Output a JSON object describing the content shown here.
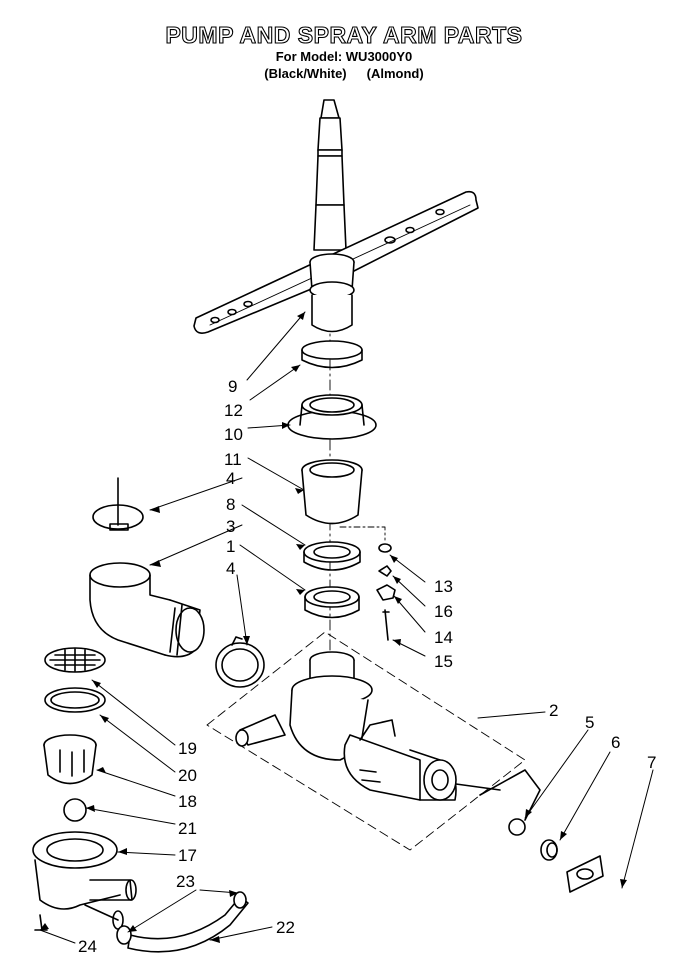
{
  "header": {
    "title": "PUMP AND SPRAY ARM PARTS",
    "model_line": "For Model: WU3000Y0",
    "variant_1": "(Black/White)",
    "variant_2": "(Almond)"
  },
  "callouts": [
    {
      "id": "c9",
      "label": "9"
    },
    {
      "id": "c12",
      "label": "12"
    },
    {
      "id": "c10",
      "label": "10"
    },
    {
      "id": "c11",
      "label": "11"
    },
    {
      "id": "c4a",
      "label": "4"
    },
    {
      "id": "c8",
      "label": "8"
    },
    {
      "id": "c3",
      "label": "3"
    },
    {
      "id": "c1",
      "label": "1"
    },
    {
      "id": "c4b",
      "label": "4"
    },
    {
      "id": "c13",
      "label": "13"
    },
    {
      "id": "c16",
      "label": "16"
    },
    {
      "id": "c14",
      "label": "14"
    },
    {
      "id": "c15",
      "label": "15"
    },
    {
      "id": "c2",
      "label": "2"
    },
    {
      "id": "c5",
      "label": "5"
    },
    {
      "id": "c6",
      "label": "6"
    },
    {
      "id": "c7",
      "label": "7"
    },
    {
      "id": "c19",
      "label": "19"
    },
    {
      "id": "c20",
      "label": "20"
    },
    {
      "id": "c18",
      "label": "18"
    },
    {
      "id": "c21",
      "label": "21"
    },
    {
      "id": "c17",
      "label": "17"
    },
    {
      "id": "c23",
      "label": "23"
    },
    {
      "id": "c22",
      "label": "22"
    },
    {
      "id": "c24",
      "label": "24"
    }
  ]
}
